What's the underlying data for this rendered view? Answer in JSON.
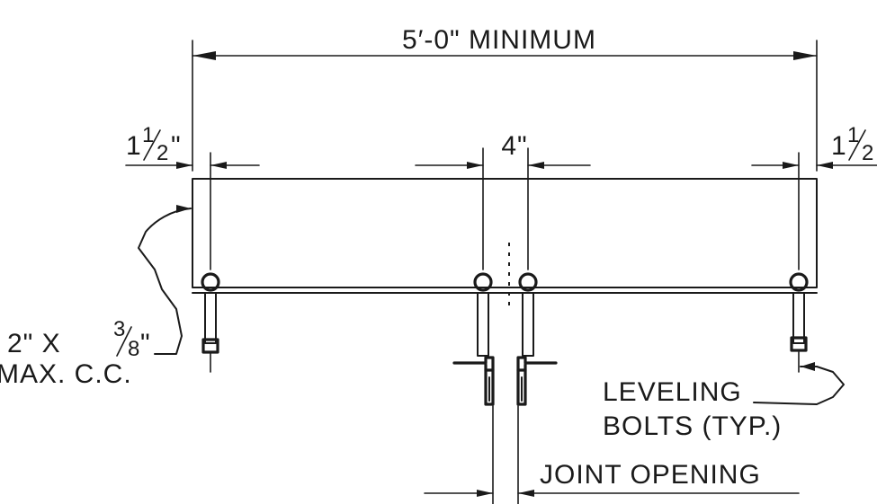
{
  "dimensions": {
    "overall": "5′-0\" MINIMUM",
    "left_edge_whole": "1",
    "left_edge_frac_num": "1",
    "left_edge_frac_den": "2",
    "left_edge_inch": "\"",
    "right_edge_whole": "1",
    "right_edge_frac_num": "1",
    "right_edge_frac_den": "2",
    "center_spacing": "4\""
  },
  "callouts": {
    "bar_size_prefix": "2\" X ",
    "bar_size_frac_num": "3",
    "bar_size_frac_den": "8",
    "bar_size_inch": "\"",
    "bar_spacing": "MAX. C.C.",
    "leveling_line1": "LEVELING",
    "leveling_line2": "BOLTS (TYP.)",
    "joint_opening": "JOINT OPENING"
  }
}
